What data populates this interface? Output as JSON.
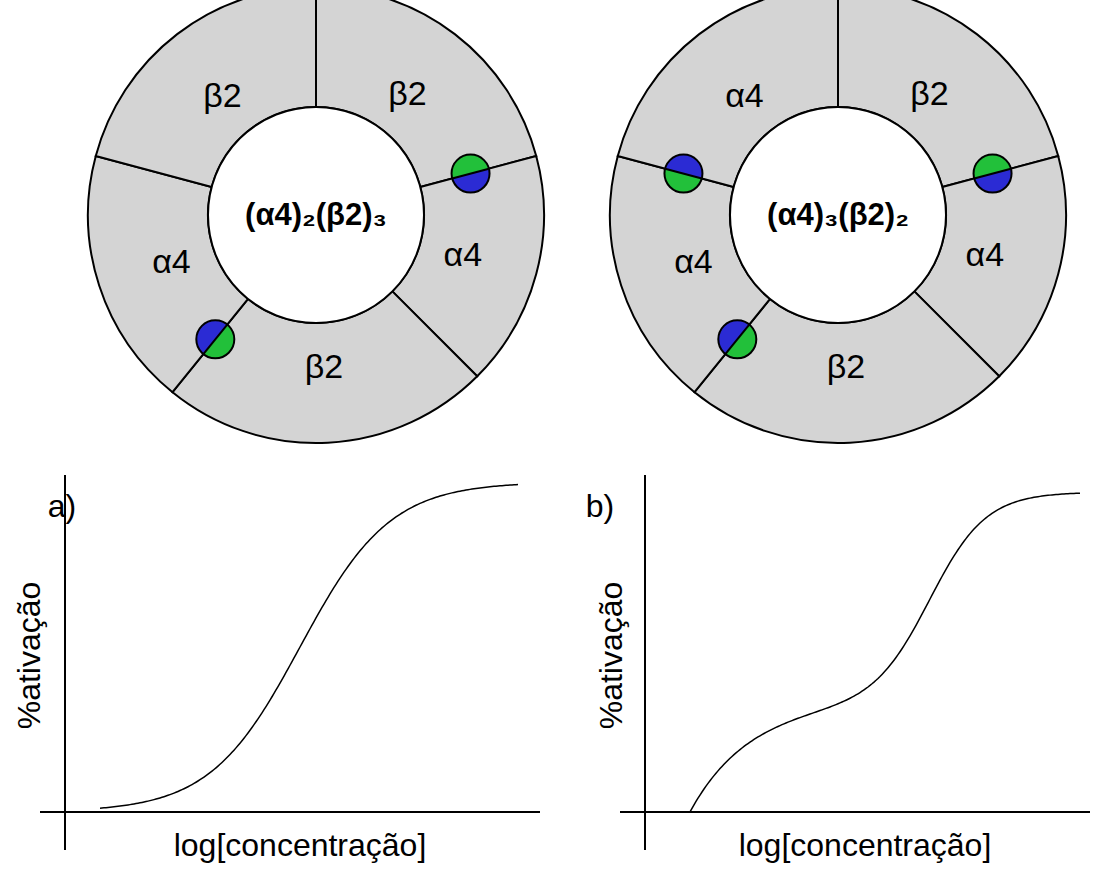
{
  "diagram": {
    "nodes": [
      {
        "text": [
          "(α4)₂(β2)₃"
        ]
      },
      {
        "text": [
          "β2"
        ]
      },
      {
        "text": [
          "β2"
        ]
      },
      {
        "text": [
          "α4"
        ]
      },
      {
        "text": [
          "β2"
        ]
      },
      {
        "text": [
          "α4"
        ]
      },
      {
        "text": [
          "(α4)₃(β2)₂"
        ]
      },
      {
        "text": [
          "α4"
        ]
      },
      {
        "text": [
          "β2"
        ]
      },
      {
        "text": [
          "α4"
        ]
      },
      {
        "text": [
          "β2"
        ]
      },
      {
        "text": [
          "α4"
        ]
      }
    ],
    "labels": [
      "a)",
      "%ativação",
      "log[concentração]",
      "b)",
      "%ativação",
      "log[concentração]"
    ]
  }
}
